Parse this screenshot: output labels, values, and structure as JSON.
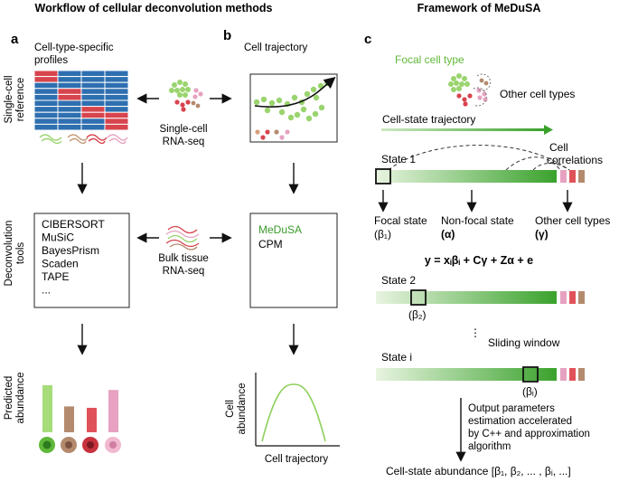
{
  "headers": {
    "left": "Workflow of cellular deconvolution methods",
    "right": "Framework of MeDuSA"
  },
  "panels": {
    "a": "a",
    "b": "b",
    "c": "c"
  },
  "row_labels": {
    "ref1": "Single-cell",
    "ref2": "reference",
    "tools1": "Deconvolution",
    "tools2": "tools",
    "abund1": "Predicted",
    "abund2": "abundance"
  },
  "panel_a": {
    "profiles_1": "Cell-type-specific",
    "profiles_2": "profiles",
    "scrna_1": "Single-cell",
    "scrna_2": "RNA-seq",
    "tools": [
      "CIBERSORT",
      "MuSiC",
      "BayesPrism",
      "Scaden",
      "TAPE",
      "..."
    ],
    "bulk_1": "Bulk tissue",
    "bulk_2": "RNA-seq",
    "bar_values": [
      1.0,
      0.55,
      0.52,
      0.9
    ],
    "bar_colors": [
      "#a6dc7a",
      "#b48a6e",
      "#e0525a",
      "#e6a2c0"
    ]
  },
  "panel_b": {
    "title": "Cell trajectory",
    "method_1": "MeDuSA",
    "method_2": "CPM",
    "ylabel_1": "Cell",
    "ylabel_2": "abundance",
    "xlabel": "Cell trajectory"
  },
  "panel_c": {
    "focal": "Focal cell type",
    "other": "Other cell types",
    "trajectory": "Cell-state trajectory",
    "state1": "State 1",
    "corr_1": "Cell",
    "corr_2": "correlations",
    "focal_state": "Focal state",
    "focal_sym": "(β₁)",
    "nonfocal_state": "Non-focal state",
    "nonfocal_sym": "(α)",
    "other_types": "Other cell types",
    "other_sym": "(γ)",
    "equation": "y = xᵢβᵢ + Cγ + Zα + e",
    "state2": "State 2",
    "beta2": "(β₂)",
    "dots": "⋮",
    "sliding": "Sliding window",
    "statei": "State i",
    "betai": "(βᵢ)",
    "output_1": "Output parameters",
    "output_2": "estimation accelerated",
    "output_3": "by C++ and approximation",
    "output_4": "algorithm",
    "result": "Cell-state abundance [β₁, β₂, ... , βᵢ, ...]"
  },
  "colors": {
    "green": "#3a9a2a",
    "green_light": "#e6f3de",
    "red": "#d8444d",
    "blue": "#2e6fb0",
    "pink": "#e6a2c0",
    "brown": "#b48a6e"
  }
}
